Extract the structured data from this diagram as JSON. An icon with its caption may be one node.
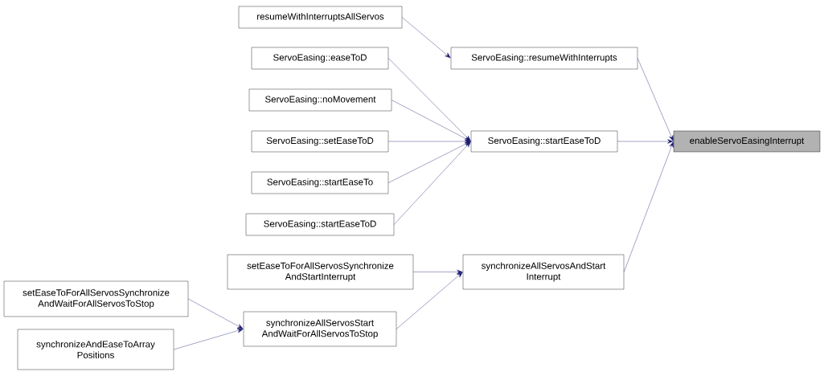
{
  "diagram": {
    "nodes": [
      {
        "text": [
          "enableServoEasingInterrupt"
        ]
      },
      {
        "text": [
          "ServoEasing::resumeWithInterrupts"
        ]
      },
      {
        "text": [
          "resumeWithInterruptsAllServos"
        ]
      },
      {
        "text": [
          "ServoEasing::startEaseToD"
        ]
      },
      {
        "text": [
          "ServoEasing::easeToD"
        ]
      },
      {
        "text": [
          "ServoEasing::noMovement"
        ]
      },
      {
        "text": [
          "ServoEasing::setEaseToD"
        ]
      },
      {
        "text": [
          "ServoEasing::startEaseTo"
        ]
      },
      {
        "text": [
          "ServoEasing::startEaseToD"
        ]
      },
      {
        "text": [
          "synchronizeAllServosAndStart Interrupt"
        ]
      },
      {
        "text": [
          "setEaseToForAllServosSynchronize AndStartInterrupt"
        ]
      },
      {
        "text": [
          "synchronizeAllServosStart AndWaitForAllServosToStop"
        ]
      },
      {
        "text": [
          "setEaseToForAllServosSynchronize AndWaitForAllServosToStop"
        ]
      },
      {
        "text": [
          "synchronizeAndEaseToArray Positions"
        ]
      }
    ],
    "edges": [
      {
        "from": 1,
        "to": 0,
        "arrow": "to"
      },
      {
        "from": 3,
        "to": 0,
        "arrow": "to"
      },
      {
        "from": 9,
        "to": 0,
        "arrow": "to"
      },
      {
        "from": 2,
        "to": 1,
        "arrow": "to"
      },
      {
        "from": 4,
        "to": 3,
        "arrow": "to"
      },
      {
        "from": 5,
        "to": 3,
        "arrow": "to"
      },
      {
        "from": 6,
        "to": 3,
        "arrow": "to"
      },
      {
        "from": 7,
        "to": 3,
        "arrow": "to"
      },
      {
        "from": 8,
        "to": 3,
        "arrow": "to"
      },
      {
        "from": 10,
        "to": 9,
        "arrow": "to"
      },
      {
        "from": 11,
        "to": 9,
        "arrow": "to"
      },
      {
        "from": 12,
        "to": 11,
        "arrow": "to"
      },
      {
        "from": 13,
        "to": 11,
        "arrow": "to"
      }
    ]
  }
}
